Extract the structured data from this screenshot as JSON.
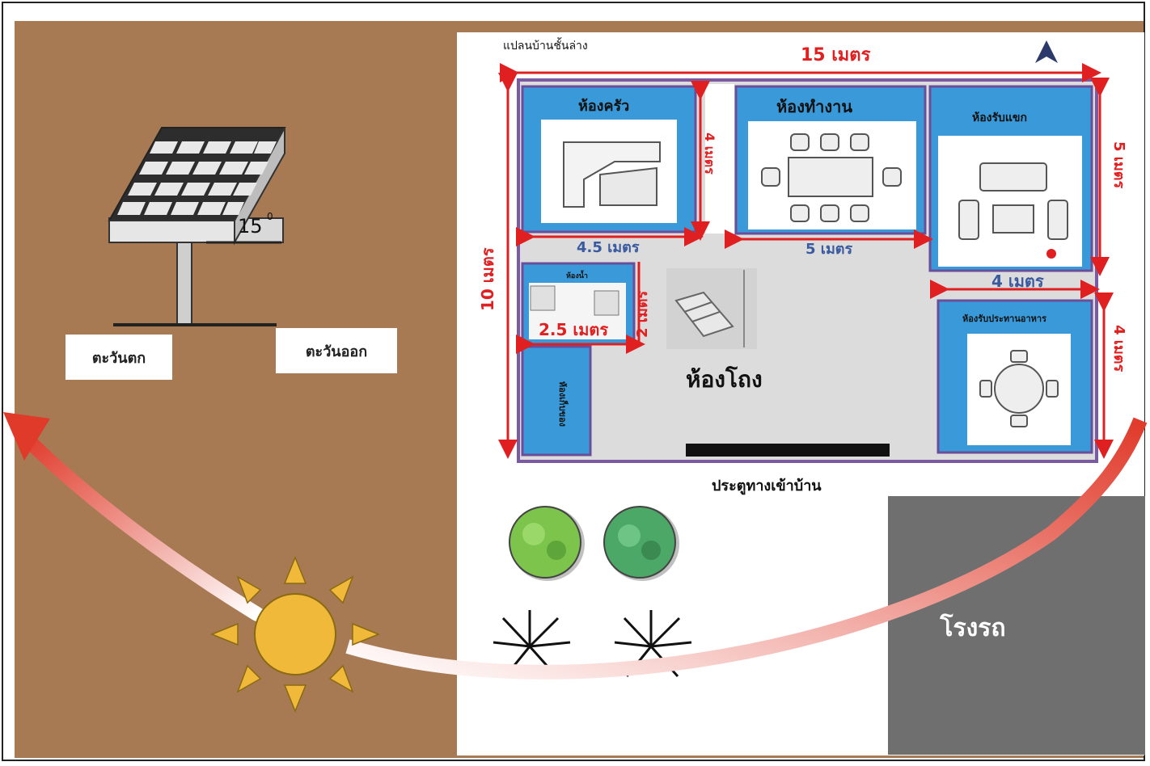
{
  "panel": {
    "angle_label": "15",
    "angle_sup": "0",
    "west_label": "ตะวันตก",
    "east_label": "ตะวันออก"
  },
  "plan": {
    "title": "แปลนบ้านชั้นล่าง",
    "north_symbol": "A",
    "dim_top": "15 เมตร",
    "dim_left": "10 เมตร",
    "dim_right_upper": "5 เมตร",
    "dim_right_lower": "4 เมตร",
    "rooms": {
      "kitchen": "ห้องครัว",
      "work": "ห้องทำงาน",
      "guest": "ห้องรับแขก",
      "bath": "ห้องน้ำ",
      "dining": "ห้องรับประทานอาหาร",
      "storage": "ห้องเก็บของ",
      "hall": "ห้องโถง"
    },
    "dims": {
      "kitchen_w": "4.5 เมตร",
      "kitchen_h": "4 เมตร",
      "work_w": "5 เมตร",
      "guest_w": "4 เมตร",
      "bath_w": "2.5 เมตร",
      "bath_h": "2 เมตร"
    },
    "entrance": "ประตูทางเข้าบ้าน",
    "garage": "โรงรถ"
  },
  "colors": {
    "ground": "#a77a54",
    "room_blue": "#3a9ad9",
    "dimension_red": "#e02020",
    "house_border": "#7a5aa0",
    "sun": "#f0b93a",
    "garage": "#6f6f6f"
  }
}
